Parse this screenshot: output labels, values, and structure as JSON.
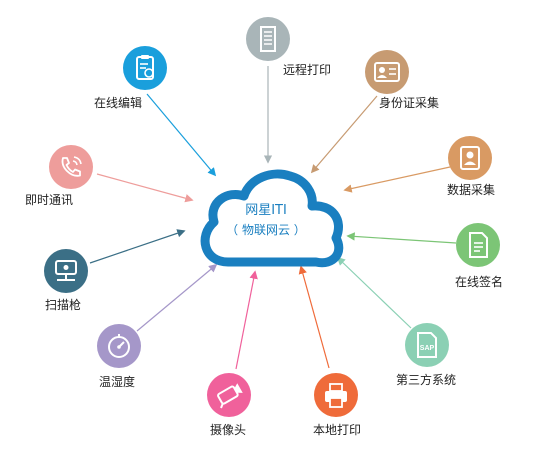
{
  "center": {
    "title": "网星ITI",
    "subtitle": "（ 物联网云 ）"
  },
  "colors": {
    "cloud_outline": "#1a7fc0",
    "text": "#222222"
  },
  "nodes": [
    {
      "id": "online-edit",
      "label": "在线编辑",
      "icon": "clipboard-edit-icon",
      "color": "#1a9fdc"
    },
    {
      "id": "remote-print",
      "label": "远程打印",
      "icon": "printer-doc-icon",
      "color": "#a9b5b8"
    },
    {
      "id": "id-collect",
      "label": "身份证采集",
      "icon": "id-card-icon",
      "color": "#c79b72"
    },
    {
      "id": "data-collect",
      "label": "数据采集",
      "icon": "contact-book-icon",
      "color": "#d99a63"
    },
    {
      "id": "online-sign",
      "label": "在线签名",
      "icon": "document-icon",
      "color": "#7cc576"
    },
    {
      "id": "third-party",
      "label": "第三方系统",
      "icon": "sap-file-icon",
      "color": "#8bd0b4"
    },
    {
      "id": "local-print",
      "label": "本地打印",
      "icon": "printer-icon",
      "color": "#ef6b3a"
    },
    {
      "id": "camera",
      "label": "摄像头",
      "icon": "camera-icon",
      "color": "#f0619b"
    },
    {
      "id": "temp-humidity",
      "label": "温湿度",
      "icon": "gauge-icon",
      "color": "#a597c9"
    },
    {
      "id": "scanner",
      "label": "扫描枪",
      "icon": "scanner-icon",
      "color": "#3b6f86"
    },
    {
      "id": "instant-comm",
      "label": "即时通讯",
      "icon": "phone-icon",
      "color": "#ee9d9b"
    }
  ]
}
